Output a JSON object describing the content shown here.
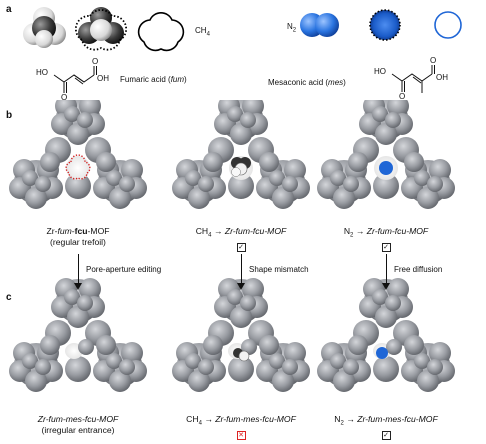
{
  "panels": {
    "a": "a",
    "b": "b",
    "c": "c"
  },
  "panel_a": {
    "ch4_label": "CH",
    "ch4_sub": "4",
    "n2_label": "N",
    "n2_sub": "2",
    "fumaric_name": "Fumaric acid (",
    "fumaric_abbr": "fum",
    "fumaric_close": ")",
    "mesaconic_name": "Mesaconic acid (",
    "mesaconic_abbr": "mes",
    "mesaconic_close": ")",
    "ho": "HO",
    "oh": "OH",
    "o": "O"
  },
  "panel_b": {
    "mof1_line1_prefix": "Zr-",
    "mof1_line1_fum": "fum",
    "mof1_line1_fcu": "fcu",
    "mof1_line1_suffix": "-MOF",
    "mof1_line2": "(regular trefoil)",
    "mof2_gas": "CH",
    "mof2_gas_sub": "4",
    "mof2_arrow": "→",
    "mof2_name": "Zr-fum-fcu-MOF",
    "mof3_gas": "N",
    "mof3_gas_sub": "2",
    "mof3_arrow": "→",
    "mof3_name": "Zr-fum-fcu-MOF"
  },
  "arrows": {
    "left": "Pore-aperture editing",
    "middle": "Shape mismatch",
    "right": "Free diffusion"
  },
  "panel_c": {
    "mof1_line1": "Zr-fum-mes-fcu-MOF",
    "mof1_line2": "(irregular entrance)",
    "mof2_gas": "CH",
    "mof2_gas_sub": "4",
    "mof2_arrow": "→",
    "mof2_name": "Zr-fum-mes-fcu-MOF",
    "mof3_gas": "N",
    "mof3_gas_sub": "2",
    "mof3_arrow": "→",
    "mof3_name": "Zr-fum-mes-fcu-MOF"
  },
  "colors": {
    "mof_gray": "#8d9096",
    "mof_light": "#c3c6cb",
    "n2_blue": "#1f66d6",
    "ch4_gray": "#3d3d3d",
    "cross_red": "#d22222"
  }
}
